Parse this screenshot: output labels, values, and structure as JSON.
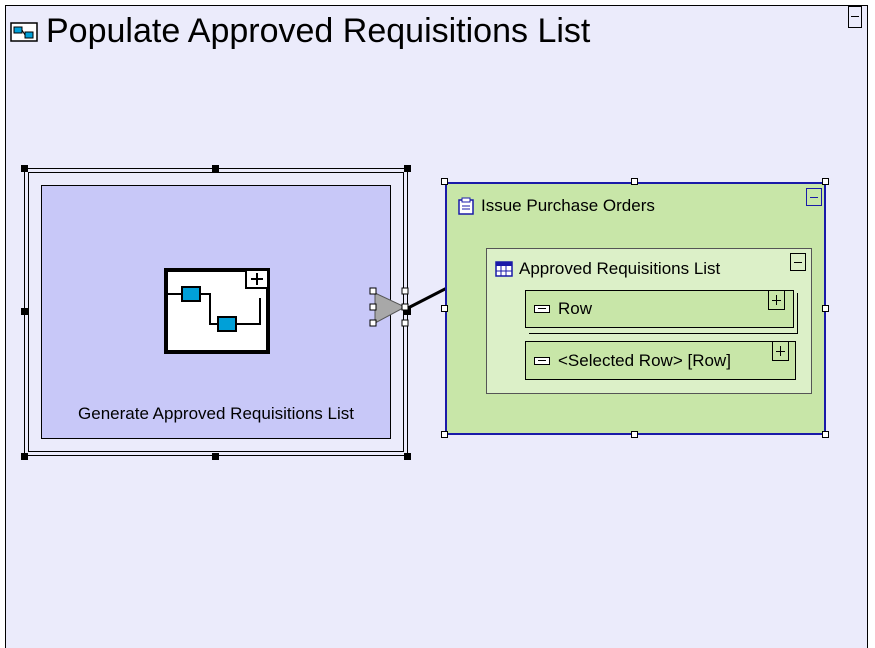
{
  "diagram": {
    "title": "Populate Approved Requisitions List",
    "subprocess": {
      "label": "Generate Approved Requisitions List"
    },
    "form": {
      "title": "Issue Purchase Orders",
      "list": {
        "title": "Approved Requisitions List",
        "rows": [
          {
            "label": "Row"
          },
          {
            "label": "<Selected Row> [Row]"
          }
        ]
      }
    }
  },
  "colors": {
    "canvas": "#ebebfb",
    "subprocess_fill": "#c8c8f8",
    "form_fill": "#c8e6a8",
    "form_border": "#1a1aa8",
    "list_fill": "#dcf0c8"
  },
  "icons": [
    "subprocess-icon",
    "form-icon",
    "table-icon",
    "row-icon",
    "collapse-icon",
    "expand-icon"
  ]
}
